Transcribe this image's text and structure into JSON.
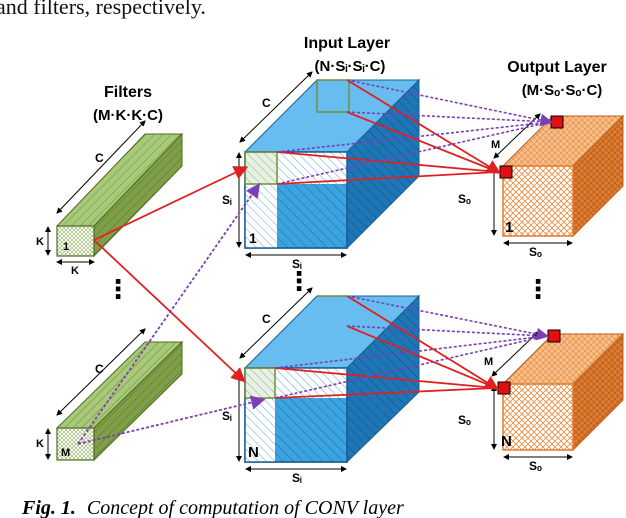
{
  "header_text": "and filters, respectively.",
  "filters": {
    "title": "Filters",
    "dims": "(M·K·K·C)",
    "c_label": "C",
    "k_label": "K",
    "top_index": "1",
    "bottom_index": "M",
    "ellipsis": "⋮"
  },
  "input_layer": {
    "title": "Input Layer",
    "dims": "(N·Sᵢ·Sᵢ·C)",
    "c_label": "C",
    "s_label": "Sᵢ",
    "top_index": "1",
    "bottom_index": "N",
    "ellipsis": "⋮"
  },
  "output_layer": {
    "title": "Output Layer",
    "dims": "(M·Sₒ·Sₒ·C)",
    "m_label": "M",
    "s_label": "Sₒ",
    "top_index": "1",
    "bottom_index": "N",
    "ellipsis": "⋮"
  },
  "caption": {
    "fig_label": "Fig. 1.",
    "text": "Concept of computation of CONV layer"
  },
  "colors": {
    "filter_front": "#a9c97a",
    "filter_top": "#bed88e",
    "filter_side": "#7e9f47",
    "input_front": "#3aa3e0",
    "input_top": "#67bdf0",
    "input_side": "#1f76b6",
    "output_front": "#f7a766",
    "output_top": "#fbc08a",
    "output_side": "#e07d32",
    "red_arrow": "#e02020",
    "purple_arrow": "#7b3fb6"
  }
}
